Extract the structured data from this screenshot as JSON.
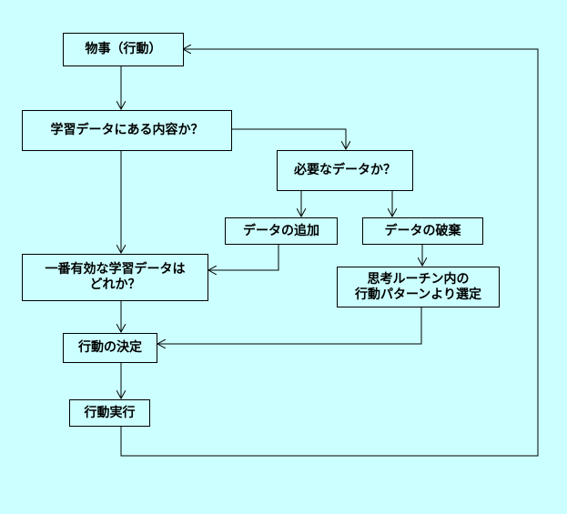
{
  "colors": {
    "background": "#ccffff",
    "line": "#000000",
    "text": "#000000"
  },
  "diagram": {
    "nodes": {
      "thing": {
        "lines": [
          "物事（行動）"
        ]
      },
      "in_learning_data": {
        "lines": [
          "学習データにある内容か？"
        ]
      },
      "needed_data": {
        "lines": [
          "必要なデータか？"
        ]
      },
      "add_data": {
        "lines": [
          "データの追加"
        ]
      },
      "discard_data": {
        "lines": [
          "データの破棄"
        ]
      },
      "most_effective": {
        "lines": [
          "一番有効な学習データは",
          "どれか？"
        ]
      },
      "select_pattern": {
        "lines": [
          "思考ルーチン内の",
          "行動パターンより選定"
        ]
      },
      "decide_action": {
        "lines": [
          "行動の決定"
        ]
      },
      "execute_action": {
        "lines": [
          "行動実行"
        ]
      }
    }
  }
}
